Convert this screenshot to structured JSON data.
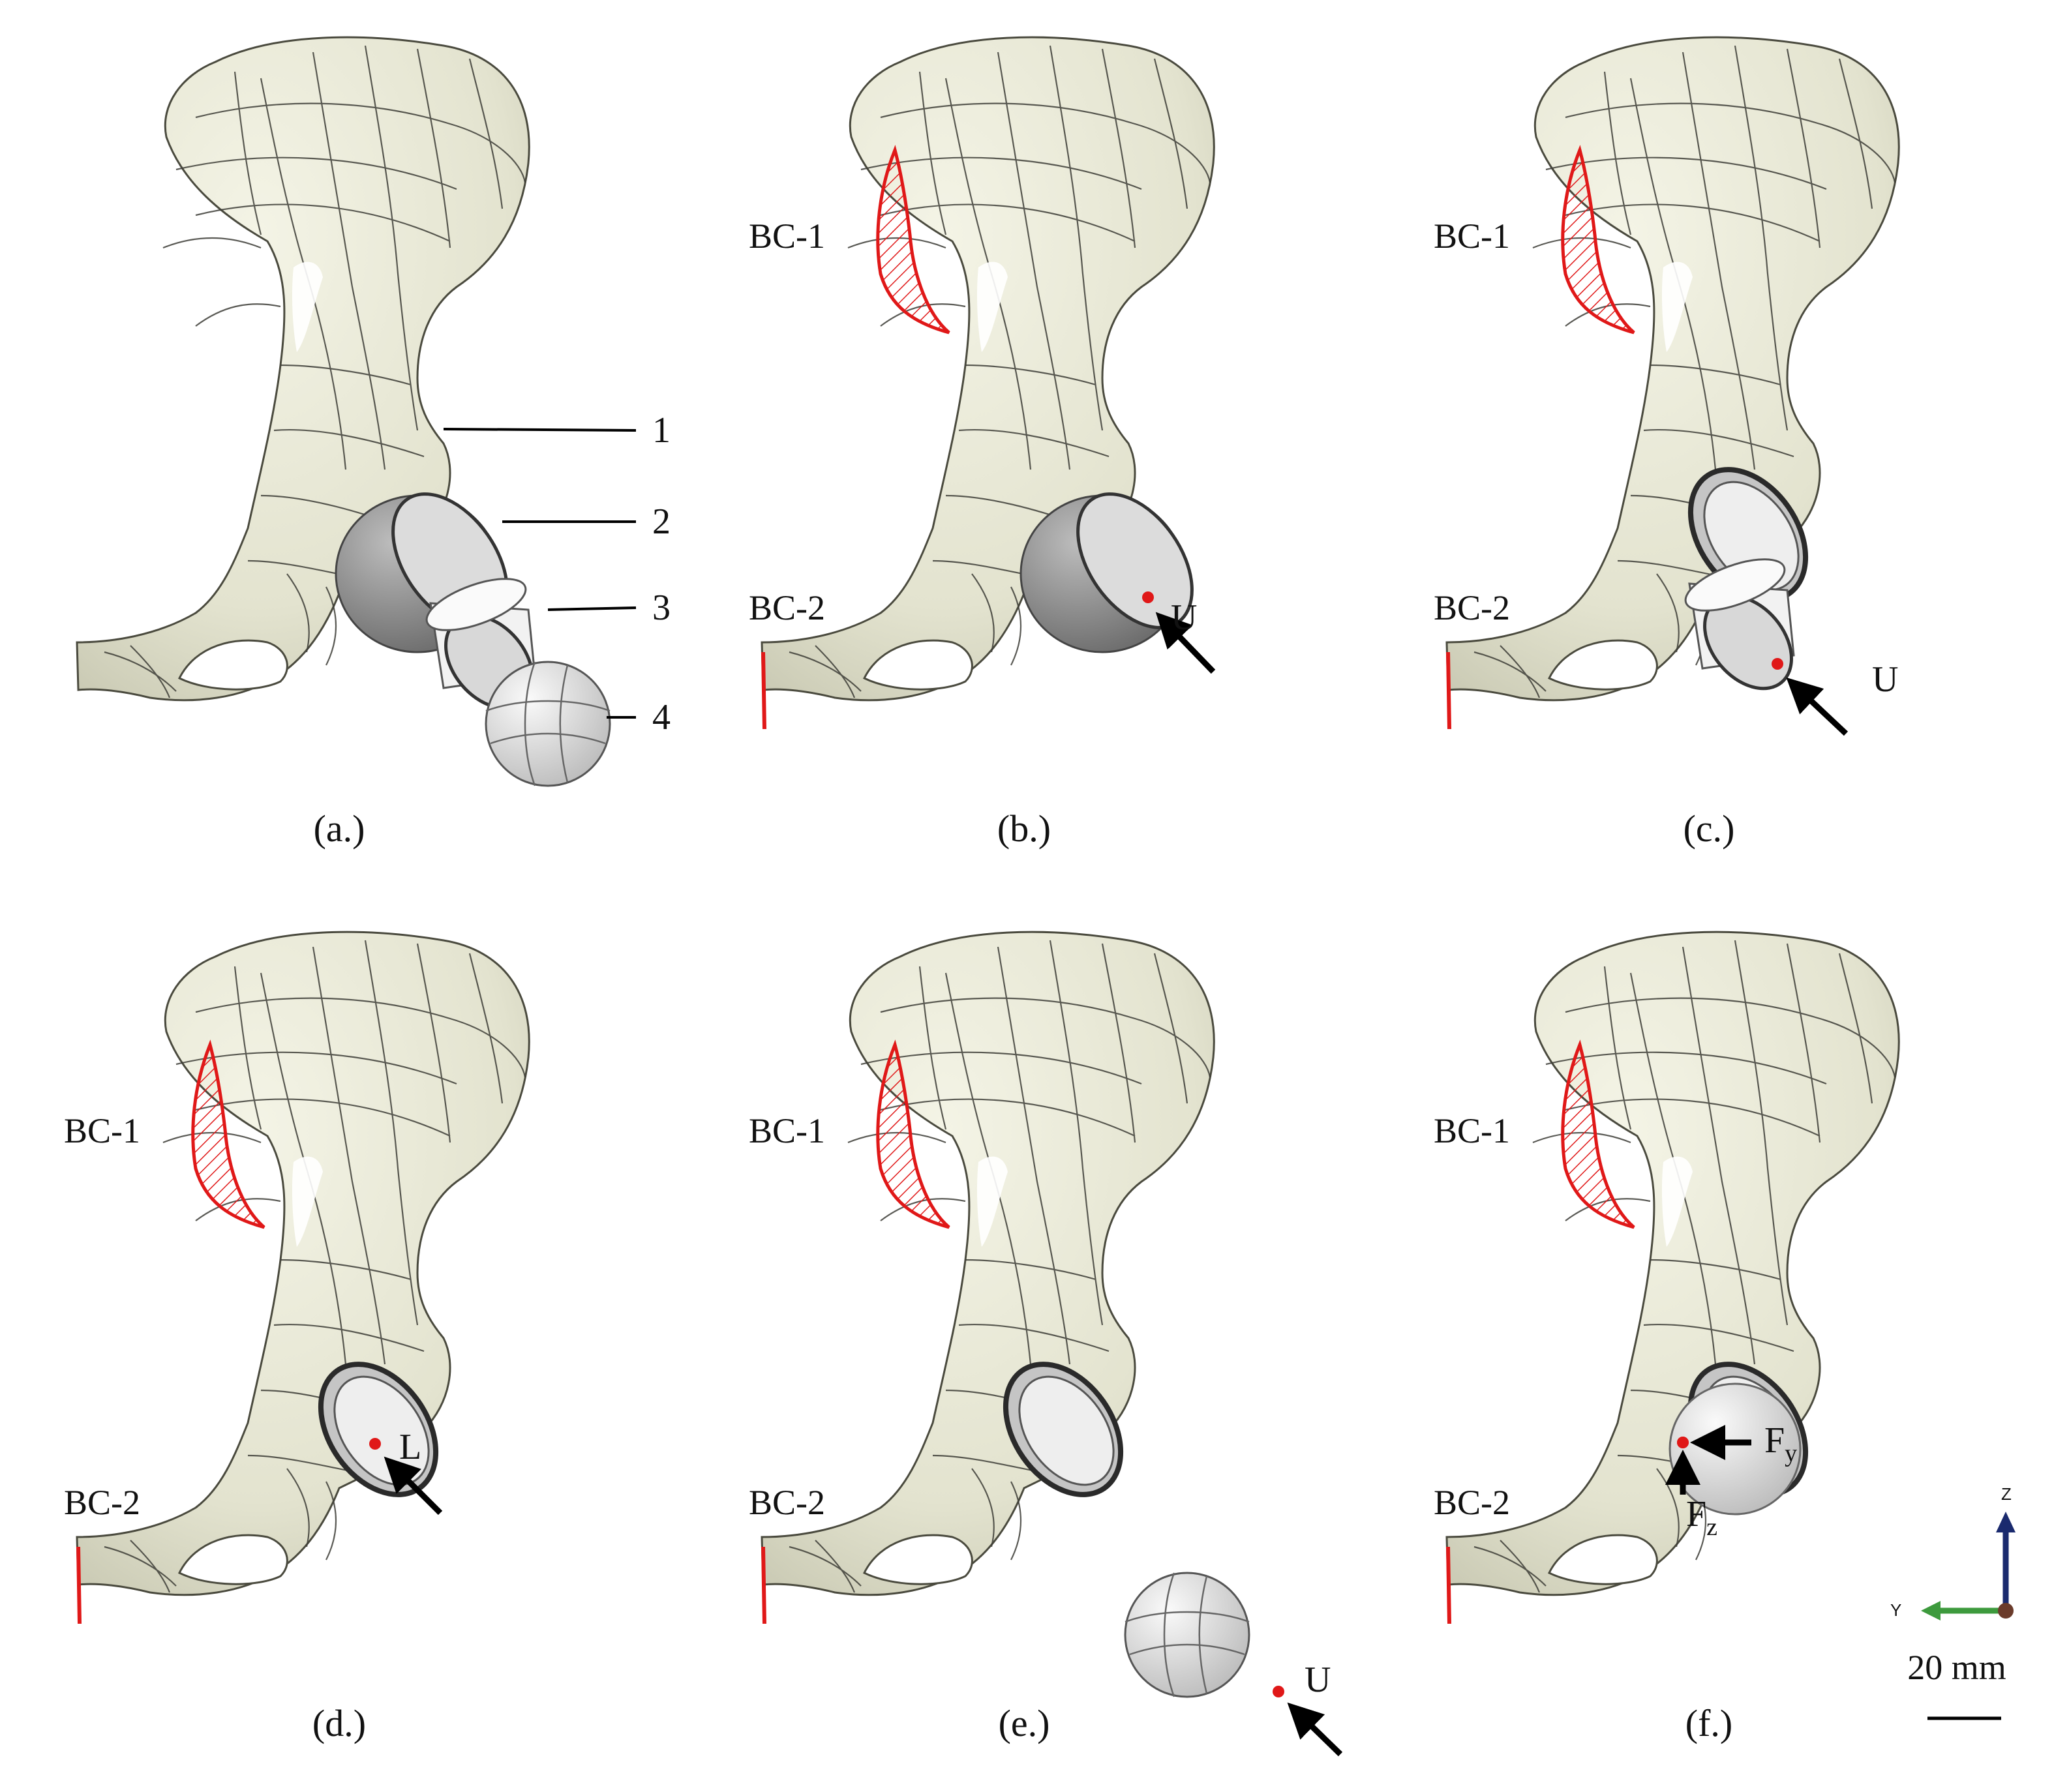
{
  "figure": {
    "panels": [
      {
        "id": "a",
        "caption": "(a.)",
        "parts": {
          "show_cup": true,
          "show_liner_in_cup": false,
          "show_liner_separate": true,
          "show_head_separate": true,
          "show_bc": false,
          "show_head_in_cup": false
        },
        "callouts": [
          "1",
          "2",
          "3",
          "4"
        ],
        "bc1": "",
        "bc2": "",
        "loads": []
      },
      {
        "id": "b",
        "caption": "(b.)",
        "parts": {
          "show_cup": true,
          "show_liner_in_cup": false,
          "show_liner_separate": false,
          "show_head_separate": false,
          "show_bc": true,
          "show_head_in_cup": false
        },
        "callouts": [],
        "bc1": "BC-1",
        "bc2": "BC-2",
        "loads": [
          {
            "label": "U",
            "target": "cup"
          }
        ]
      },
      {
        "id": "c",
        "caption": "(c.)",
        "parts": {
          "show_cup": false,
          "show_liner_in_cup": true,
          "show_liner_separate": true,
          "show_head_separate": false,
          "show_bc": true,
          "show_head_in_cup": false
        },
        "callouts": [],
        "bc1": "BC-1",
        "bc2": "BC-2",
        "loads": [
          {
            "label": "U",
            "target": "liner"
          }
        ]
      },
      {
        "id": "d",
        "caption": "(d.)",
        "parts": {
          "show_cup": false,
          "show_liner_in_cup": true,
          "show_liner_separate": false,
          "show_head_separate": false,
          "show_bc": true,
          "show_head_in_cup": false
        },
        "callouts": [],
        "bc1": "BC-1",
        "bc2": "BC-2",
        "loads": [
          {
            "label": "L",
            "target": "liner-inner"
          }
        ]
      },
      {
        "id": "e",
        "caption": "(e.)",
        "parts": {
          "show_cup": false,
          "show_liner_in_cup": true,
          "show_liner_separate": false,
          "show_head_separate": true,
          "show_bc": true,
          "show_head_in_cup": false
        },
        "callouts": [],
        "bc1": "BC-1",
        "bc2": "BC-2",
        "loads": [
          {
            "label": "U",
            "target": "head"
          }
        ]
      },
      {
        "id": "f",
        "caption": "(f.)",
        "parts": {
          "show_cup": false,
          "show_liner_in_cup": true,
          "show_liner_separate": false,
          "show_head_separate": false,
          "show_bc": true,
          "show_head_in_cup": true
        },
        "callouts": [],
        "bc1": "BC-1",
        "bc2": "BC-2",
        "loads": [
          {
            "label": "F",
            "subscript": "y",
            "direction": "horizontal"
          },
          {
            "label": "F",
            "subscript": "z",
            "direction": "vertical"
          }
        ]
      }
    ],
    "triad": {
      "axis_z": "Z",
      "axis_y": "Y",
      "z_color": "#1a2a6e",
      "y_color": "#3d9a3d",
      "origin_color": "#6b3b2b"
    },
    "scale_bar": {
      "label": "20 mm"
    },
    "colors": {
      "bone_fill": "#e8e8d6",
      "bone_edge": "#4a4a3e",
      "mesh_line": "#3e3e38",
      "cup_fill": "#8f8f8f",
      "liner_fill": "#ececec",
      "head_fill": "#e2e2e2",
      "bc_red": "#e01818",
      "load_arrow": "#000000"
    }
  }
}
